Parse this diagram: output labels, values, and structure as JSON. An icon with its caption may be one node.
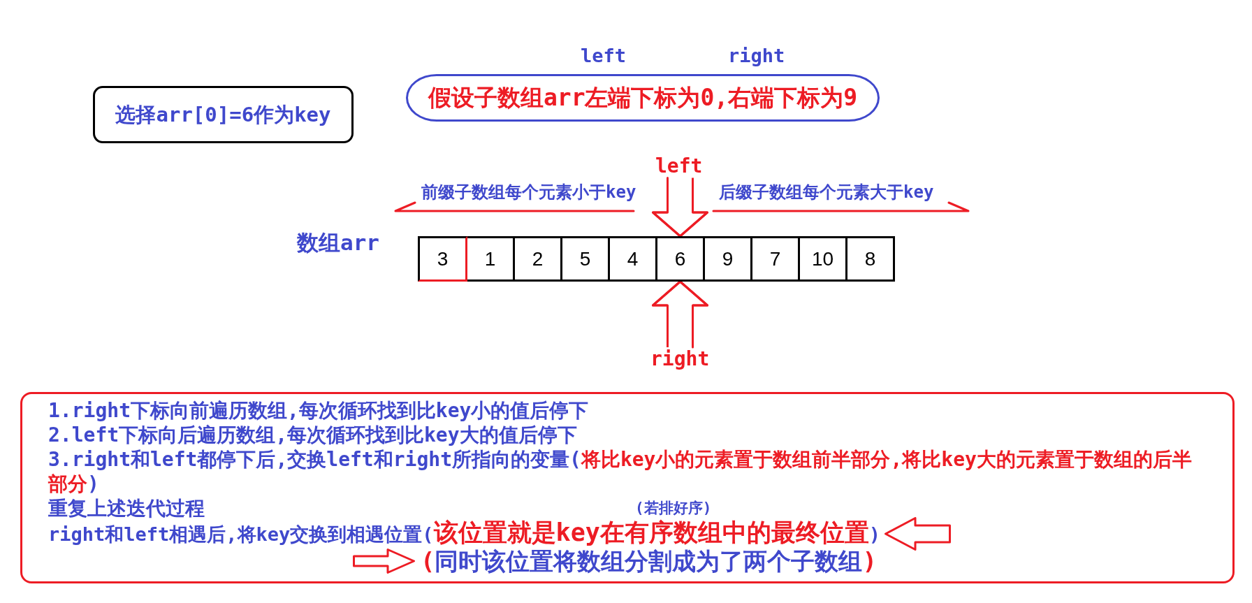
{
  "diagram": {
    "nodes": [
      {
        "text": [
          "选择arr[0]=6作为key"
        ]
      },
      {
        "text": [
          "假设子数组arr左端下标为0,右端下标为9"
        ],
        "beside": [
          "left",
          "right"
        ]
      },
      {
        "text": [
          "left"
        ]
      },
      {
        "text": [
          "3"
        ]
      },
      {
        "text": [
          "1"
        ]
      },
      {
        "text": [
          "2"
        ]
      },
      {
        "text": [
          "5"
        ]
      },
      {
        "text": [
          "4"
        ]
      },
      {
        "text": [
          "6"
        ]
      },
      {
        "text": [
          "9"
        ]
      },
      {
        "text": [
          "7"
        ]
      },
      {
        "text": [
          "10"
        ]
      },
      {
        "text": [
          "8"
        ]
      },
      {
        "text": [
          "right"
        ]
      },
      {
        "text": [
          "1.right下标向前遍历数组,每次循环找到比key小的值后停下",
          "2.left下标向后遍历数组,每次循环找到比key大的值后停下",
          "3.right和left都停下后,交换left和right所指向的变量(**将比key小的元素置于数组前半部分,将比key大的元素置于数组的后半部分**)",
          "重复上述迭代过程",
          "(若排好序)",
          "right和left相遇后,将key交换到相遇位置(**该位置就是key在有序数组中的最终位置**)",
          "**(**同时该位置将数组分割成为了两个子数组**)**"
        ]
      }
    ],
    "edges": [
      {
        "from": 2,
        "to": 8,
        "arrow": "to"
      },
      {
        "from": 13,
        "to": 8,
        "arrow": "to"
      }
    ],
    "labels": [
      "数组arr",
      "前缀子数组每个元素小于key",
      "后缀子数组每个元素大于key"
    ]
  }
}
